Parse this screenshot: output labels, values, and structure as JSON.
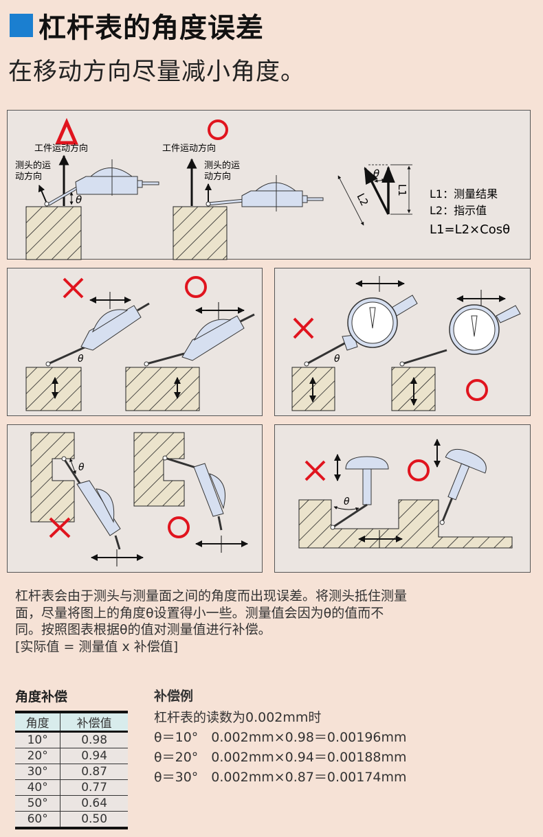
{
  "header": {
    "title": "杠杆表的角度误差",
    "subtitle": "在移动方向尽量减小角度。"
  },
  "colors": {
    "accent": "#1b7fd0",
    "mark_red": "#e0141e",
    "panel_bg": "#ebe5e1",
    "page_bg": "#f6e2d6"
  },
  "panel1": {
    "mark_left": "triangle",
    "mark_right": "circle",
    "workpiece_direction": "工件运动方向",
    "probe_direction_line1": "测头的运",
    "probe_direction_line2": "动方向",
    "theta": "θ",
    "vector_l1": "L1",
    "vector_l2": "L2",
    "legend_l1": "L1：测量结果",
    "legend_l2": "L2：指示值",
    "formula": "L1=L2×Cosθ"
  },
  "panel2": {
    "mark_left": "cross",
    "mark_right": "circle",
    "theta": "θ"
  },
  "panel3": {
    "mark_left": "cross",
    "mark_right": "circle",
    "theta": "θ"
  },
  "panel4": {
    "mark_left": "cross",
    "mark_right": "circle",
    "theta": "θ"
  },
  "panel5": {
    "mark_left": "cross",
    "mark_right": "circle",
    "theta": "θ"
  },
  "description": [
    "杠杆表会由于测头与测量面之间的角度而出现误差。将测头抵住测量",
    "面，尽量将图上的角度θ设置得小一些。测量值会因为θ的值而不",
    "同。按照图表根据θ的值对测量值进行补偿。",
    "[实际值 = 测量值 x 补偿值]"
  ],
  "table": {
    "title": "角度补偿",
    "headers": [
      "角度",
      "补偿值"
    ],
    "rows": [
      [
        "10°",
        "0.98"
      ],
      [
        "20°",
        "0.94"
      ],
      [
        "30°",
        "0.87"
      ],
      [
        "40°",
        "0.77"
      ],
      [
        "50°",
        "0.64"
      ],
      [
        "60°",
        "0.50"
      ]
    ]
  },
  "example": {
    "title": "补偿例",
    "intro": "杠杆表的读数为0.002mm时",
    "lines": [
      "θ＝10°　0.002mm×0.98＝0.00196mm",
      "θ＝20°　0.002mm×0.94＝0.00188mm",
      "θ＝30°　0.002mm×0.87＝0.00174mm"
    ]
  }
}
